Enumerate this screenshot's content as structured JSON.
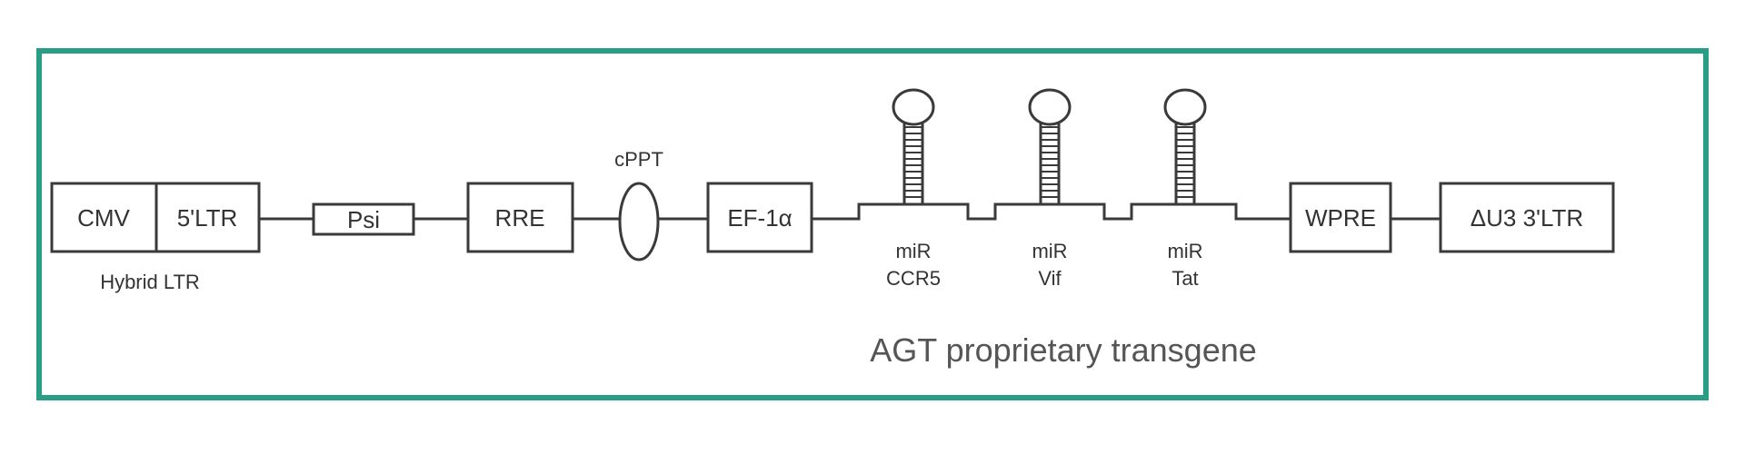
{
  "elements": {
    "cmv": "CMV",
    "ltr5": "5'LTR",
    "hybrid_ltr": "Hybrid LTR",
    "psi": "Psi",
    "rre": "RRE",
    "cppt": "cPPT",
    "ef1a": "EF-1α",
    "mir_ccr5_line1": "miR",
    "mir_ccr5_line2": "CCR5",
    "mir_vif_line1": "miR",
    "mir_vif_line2": "Vif",
    "mir_tat_line1": "miR",
    "mir_tat_line2": "Tat",
    "wpre": "WPRE",
    "ltr3": "ΔU3 3'LTR"
  },
  "caption": "AGT proprietary transgene",
  "colors": {
    "frame": "#2a9d86",
    "line": "#3a3a3a",
    "text": "#333333"
  }
}
